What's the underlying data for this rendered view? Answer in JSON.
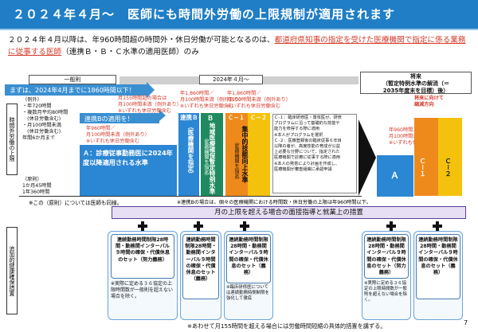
{
  "header": {
    "title": "２０２４年４月～　医師にも時間外労働の上限規制が適用されます"
  },
  "intro": {
    "part1": "２０２４年４月以降は、年960時間超の時間外・休日労働が可能となるのは、",
    "part_red": "都道府県知事の指定を受けた医療機関で指定に係る業務に従事する医師",
    "part2": "（連携Ｂ・Ｂ・Ｃ水準の適用医師）のみ"
  },
  "columns": {
    "general": "一般則",
    "april2024": "2024年４月～",
    "future_title": "将来",
    "future_sub": "（暫定特例水準の解消（＝\n2035年度末を目標）後）"
  },
  "banners": {
    "top": "まずは、2024年4月までに1860時間以下！",
    "renkei": "連携Bの適用を！"
  },
  "left_axis": {
    "top_label": "時間外労働の上限",
    "bottom_label": "追加的健康確保措置"
  },
  "general_rule": {
    "example_header": "（例外）",
    "items": "・年720時間\n・複数月平均80時間\n　(休日労働含む)\n・月100時間未満\n　(休日労働含む)\n年間6か月まで",
    "principle": "（原則）\n1か月45時間\n1年360時間"
  },
  "annotations": {
    "a_level_top": "月155時間超の場合は\n月100時間未満（例外あり）\n※いずれも休日労働含む",
    "renkei_top": "年1,860時間／\n月100時間未満（例外あり）\n※いずれも休日労働含む",
    "b_top": "年1,860時間／\n月100時間未満（例外あり）\n※いずれも休日労働含む",
    "c_top": "年960時間／\n月100時間未満（例外あり）\n※いずれも休日労働含む",
    "future_red": "将来に向けて\n縮減方向",
    "future_a": "年960時間／\n月100時間未満（例外あり）\n※いずれも休日労働含む"
  },
  "bars": {
    "a_text": "Ａ：診療従事勤務医に2024年度以降適用される水準",
    "renkei_label": "連携Ｂ",
    "renkei_sub": "（医療機関を指定）",
    "b_label": "Ｂ",
    "b_text": "地域医療確保暫定特例水準",
    "b_sub": "（医療機関を指定）",
    "c1": "Ｃ－１",
    "c2": "Ｃ－２",
    "c_text": "集中的技能向上水準",
    "c_sub": "（医療機関を指定）",
    "future_a": "Ａ",
    "future_c1": "Ｃ－１",
    "future_c2": "Ｃ－２"
  },
  "c_desc": "Ｃ-１：臨床研修医・専攻医が、研修\nプログラムに沿って基礎的な技能や\n能力を修得する際に適用\n※本人がプログラムを選択\nＣ-２：医籍登録後の臨床従事６年目\n以降の者が、高度技能の育成が公益\n上必要な分野について、指定された\n医療機関で診療に従事する際に適用\n※本人の発意により計画を作成し、\n医療機関が審査組織に承認申請",
  "caption_principle": "※この（原則）については医師も同様。",
  "caption_renkei": "※連携Bの場合は、個々の医療機関における時間数・休日労働の上限は年960時間以下。",
  "purple_strip": "月の上限を超える場合の面接指導と就業上の措置",
  "lower": {
    "box1": "連続勤務時間制限28時間・勤務間インターバル９時間の確保・代償休息のセット（努力義務）",
    "box1_note": "※実際に定める３６協定の上限時間数が一般則を超えない場合を除く。",
    "box2": "連続勤務時間制限28時間・勤務間インターバル９時間の確保・代償休息のセット（義務）",
    "box3": "連続勤務時間制限28時間・勤務間インターバル９時間の確保・代償休息のセット（義務）",
    "box3_note": "※臨床研修医については連続勤務時間制限を強化して徹底",
    "box4": "連続勤務時間制限28時間・勤務間インターバル９時間の確保・代償休息のセット（努力義務）",
    "box4_note": "※実際に定める３６協定の上限時間数が一般則を超えない場合を除く。",
    "box5": "連続勤務時間制限28時間・勤務間インターバル９時間の確保・代償休息のセット（義務）"
  },
  "footer": "※あわせて月155時間を超える場合には労働時間短縮の具体的措置を講ずる。",
  "page_number": "7",
  "colors": {
    "header": "#1f7ec6",
    "red": "#d43a2a",
    "blue_bar": "#2b86d3",
    "green_bar": "#1f8a5e",
    "orange_bar": "#ee8a1c",
    "yellow_bar": "#f4c20c"
  }
}
